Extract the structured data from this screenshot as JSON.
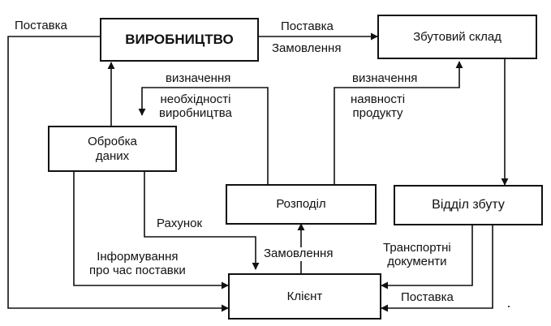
{
  "nodes": {
    "production": "ВИРОБНИЦТВО",
    "sales_warehouse": "Збутовий склад",
    "data_processing": [
      "Обробка",
      "даних"
    ],
    "distribution": "Розподіл",
    "sales_department": "Відділ збуту",
    "client": "Клієнт"
  },
  "edge_labels": {
    "supply_left": "Поставка",
    "supply_top": "Поставка",
    "orders_top": "Замовлення",
    "determination_left": "визначення",
    "production_needs": [
      "необхідності",
      "виробництва"
    ],
    "determination_right": "визначення",
    "product_availability": [
      "наявності",
      "продукту"
    ],
    "invoice": "Рахунок",
    "delivery_time_info": [
      "Інформування",
      "про час поставки"
    ],
    "orders_bottom": "Замовлення",
    "transport_documents": [
      "Транспортні",
      "документи"
    ],
    "supply_bottom": "Поставка"
  },
  "colors": {
    "ink": "#111111",
    "background": "#ffffff"
  }
}
